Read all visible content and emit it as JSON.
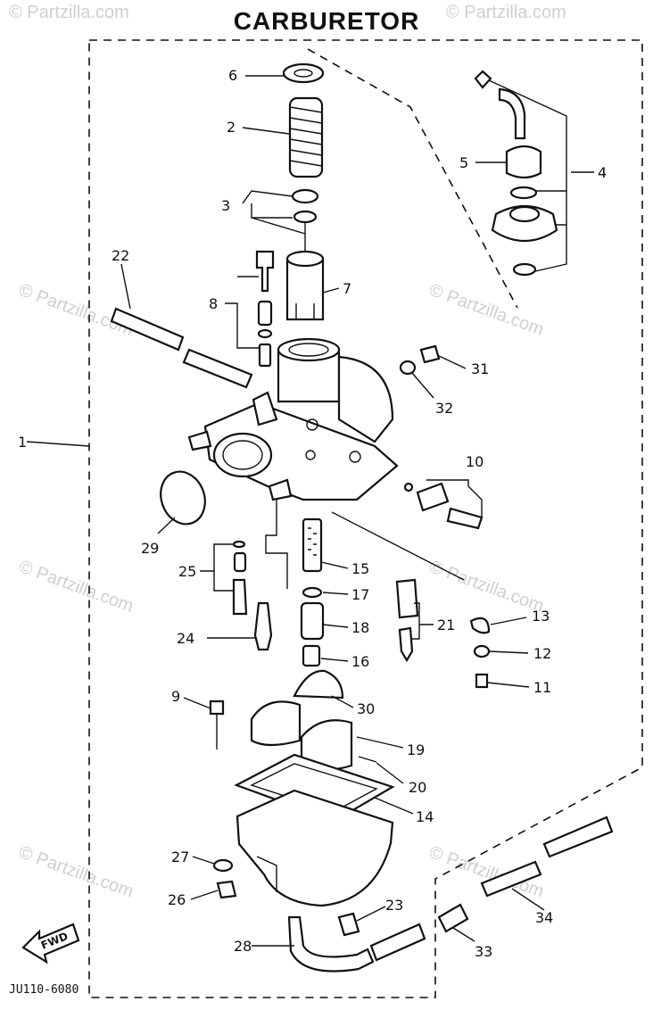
{
  "title": "CARBURETOR",
  "footer_code": "JU110-6080",
  "fwd_label": "FWD",
  "watermark": "© Partzilla.com",
  "callouts": [
    {
      "id": "1",
      "label": "1"
    },
    {
      "id": "2",
      "label": "2"
    },
    {
      "id": "3",
      "label": "3"
    },
    {
      "id": "4",
      "label": "4"
    },
    {
      "id": "5",
      "label": "5"
    },
    {
      "id": "6",
      "label": "6"
    },
    {
      "id": "7",
      "label": "7"
    },
    {
      "id": "8",
      "label": "8"
    },
    {
      "id": "9",
      "label": "9"
    },
    {
      "id": "10",
      "label": "10"
    },
    {
      "id": "11",
      "label": "11"
    },
    {
      "id": "12",
      "label": "12"
    },
    {
      "id": "13",
      "label": "13"
    },
    {
      "id": "14",
      "label": "14"
    },
    {
      "id": "15",
      "label": "15"
    },
    {
      "id": "16",
      "label": "16"
    },
    {
      "id": "17",
      "label": "17"
    },
    {
      "id": "18",
      "label": "18"
    },
    {
      "id": "19",
      "label": "19"
    },
    {
      "id": "20",
      "label": "20"
    },
    {
      "id": "21",
      "label": "21"
    },
    {
      "id": "22",
      "label": "22"
    },
    {
      "id": "23",
      "label": "23"
    },
    {
      "id": "24",
      "label": "24"
    },
    {
      "id": "25",
      "label": "25"
    },
    {
      "id": "26",
      "label": "26"
    },
    {
      "id": "27",
      "label": "27"
    },
    {
      "id": "28",
      "label": "28"
    },
    {
      "id": "29",
      "label": "29"
    },
    {
      "id": "30",
      "label": "30"
    },
    {
      "id": "31",
      "label": "31"
    },
    {
      "id": "32",
      "label": "32"
    },
    {
      "id": "33",
      "label": "33"
    },
    {
      "id": "34",
      "label": "34"
    }
  ]
}
